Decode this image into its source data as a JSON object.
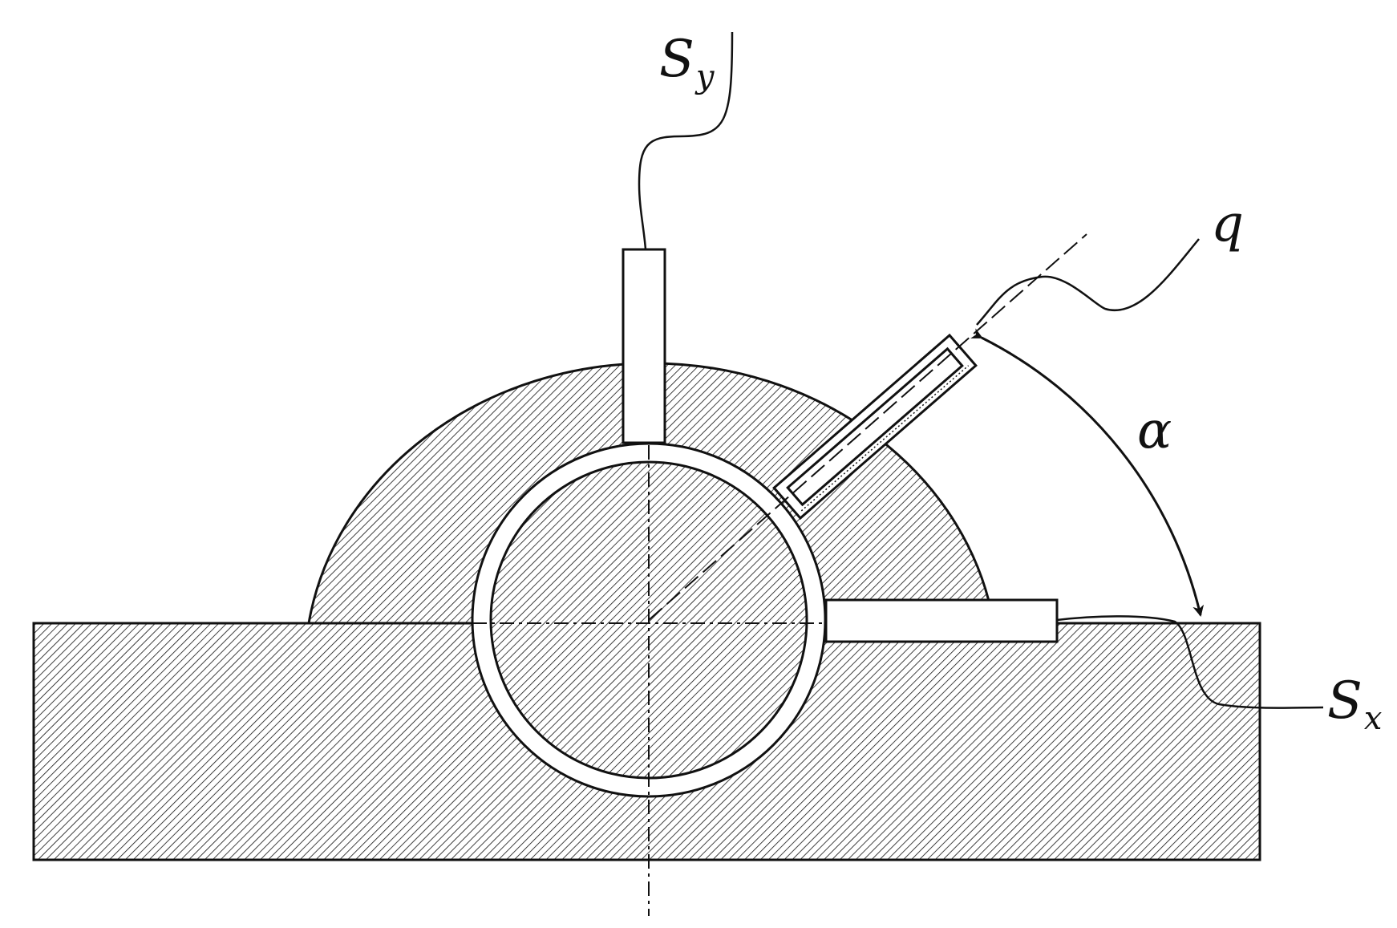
{
  "labels": {
    "sy": {
      "main": "S",
      "sub": "y"
    },
    "sx": {
      "main": "S",
      "sub": "x"
    },
    "q": "q",
    "alpha": "α"
  },
  "colors": {
    "stroke": "#111111",
    "hatch": "#111111",
    "background": "#ffffff"
  }
}
